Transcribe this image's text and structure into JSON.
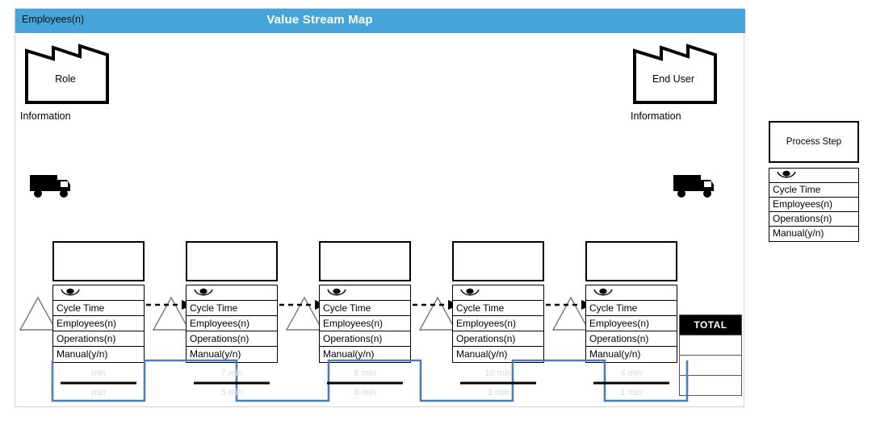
{
  "banner": {
    "left_label": "Employees(n)",
    "title": "Value Stream Map",
    "color": "#45a4d8"
  },
  "supplier": {
    "label": "Role",
    "info_label": "Information",
    "icon": "factory-icon"
  },
  "customer": {
    "label": "End User",
    "info_label": "Information",
    "icon": "factory-icon"
  },
  "transport": {
    "inbound_icon": "truck-icon",
    "outbound_icon": "truck-icon"
  },
  "process_metrics": [
    "Cycle Time",
    "Employees(n)",
    "Operations(n)",
    "Manual(y/n)"
  ],
  "process_steps": [
    {
      "title": "",
      "metrics": [
        "Cycle Time",
        "Employees(n)",
        "Operations(n)",
        "Manual(y/n)"
      ]
    },
    {
      "title": "",
      "metrics": [
        "Cycle Time",
        "Employees(n)",
        "Operations(n)",
        "Manual(y/n)"
      ]
    },
    {
      "title": "",
      "metrics": [
        "Cycle Time",
        "Employees(n)",
        "Operations(n)",
        "Manual(y/n)"
      ]
    },
    {
      "title": "",
      "metrics": [
        "Cycle Time",
        "Employees(n)",
        "Operations(n)",
        "Manual(y/n)"
      ]
    },
    {
      "title": "",
      "metrics": [
        "Cycle Time",
        "Employees(n)",
        "Operations(n)",
        "Manual(y/n)"
      ]
    }
  ],
  "timeline": {
    "line_color": "#4a7ebb",
    "segments": [
      {
        "upper": "min",
        "lower": "min"
      },
      {
        "upper": "7 min",
        "lower": "5 min"
      },
      {
        "upper": "8 min",
        "lower": "8 min"
      },
      {
        "upper": "10 min",
        "lower": "3 min"
      },
      {
        "upper": "4 min",
        "lower": "1 min"
      }
    ]
  },
  "total": {
    "header": "TOTAL",
    "rows": [
      "",
      "",
      ""
    ]
  },
  "legend": {
    "process_step_label": "Process Step",
    "eye_icon": "eye-icon",
    "metrics": [
      "Cycle Time",
      "Employees(n)",
      "Operations(n)",
      "Manual(y/n)"
    ]
  }
}
